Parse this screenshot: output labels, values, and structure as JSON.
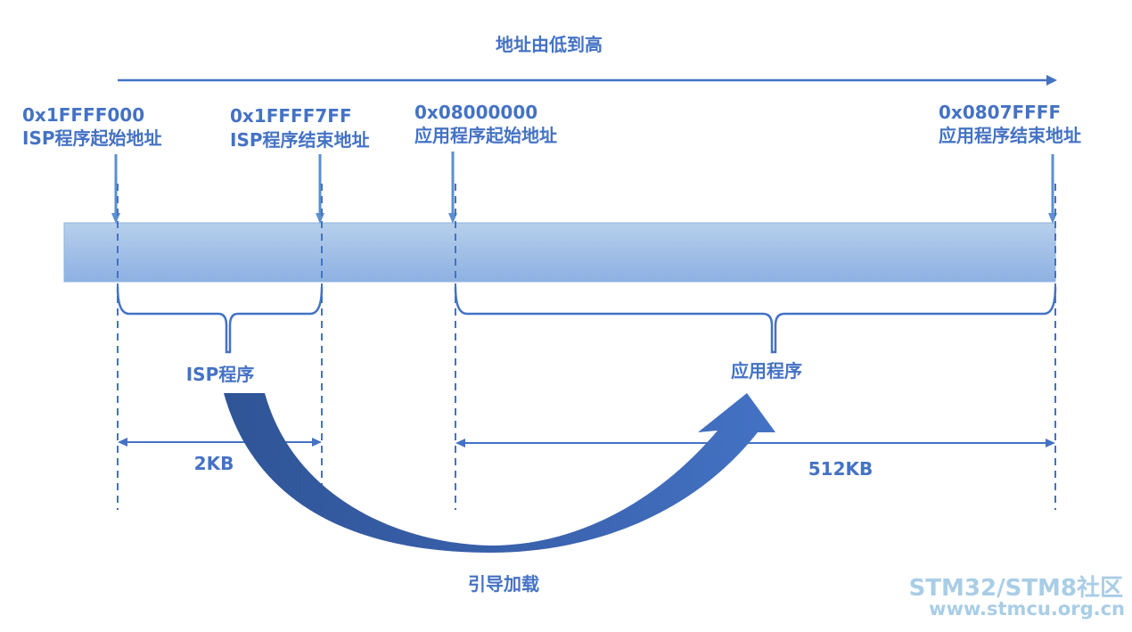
{
  "title": "地址由低到高",
  "addresses": [
    {
      "value": "0x1FFFF000",
      "desc": "ISP程序起始地址"
    },
    {
      "value": "0x1FFFF7FF",
      "desc": "ISP程序结束地址"
    },
    {
      "value": "0x08000000",
      "desc": "应用程序起始地址"
    },
    {
      "value": "0x0807FFFF",
      "desc": "应用程序结束地址"
    }
  ],
  "regions": {
    "isp": {
      "label": "ISP程序",
      "size": "2KB"
    },
    "app": {
      "label": "应用程序",
      "size": "512KB"
    }
  },
  "boot_arrow_label": "引导加载",
  "watermark": {
    "line1": "STM32/STM8社区",
    "line2": "www.stmcu.org.cn"
  },
  "colors": {
    "primary": "#4472c4",
    "arrow_dark": "#2f5597",
    "bar_top": "#b4cdea",
    "bar_bottom": "#8fb2e0"
  }
}
